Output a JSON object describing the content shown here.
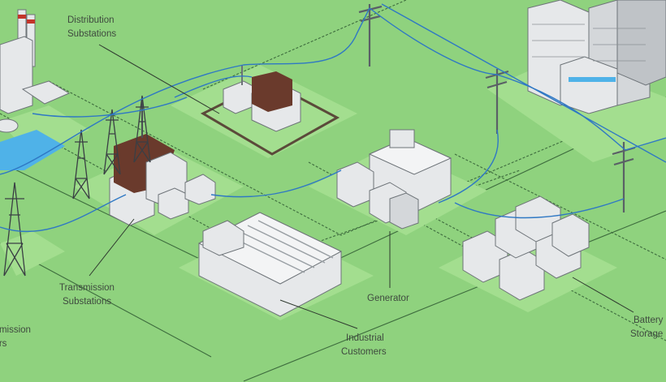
{
  "diagram": {
    "labels": {
      "distribution": [
        "Distribution",
        "Substations"
      ],
      "transmission_substations": [
        "Transmission",
        "Substations"
      ],
      "generator": "Generator",
      "industrial": [
        "Industrial",
        "Customers"
      ],
      "battery": [
        "Battery",
        "Storage"
      ],
      "transmission_towers": [
        "Transmission",
        "Towers"
      ]
    },
    "colors": {
      "ground": "#8fd27e",
      "pad": "#a3de8f",
      "line_blue": "#2f78c4",
      "road_line": "#3d6b3d",
      "building": "#e6e8ea",
      "building_shadow": "#b9bdc1",
      "transformer": "#6a3a2c",
      "water": "#4fb2e8"
    }
  }
}
